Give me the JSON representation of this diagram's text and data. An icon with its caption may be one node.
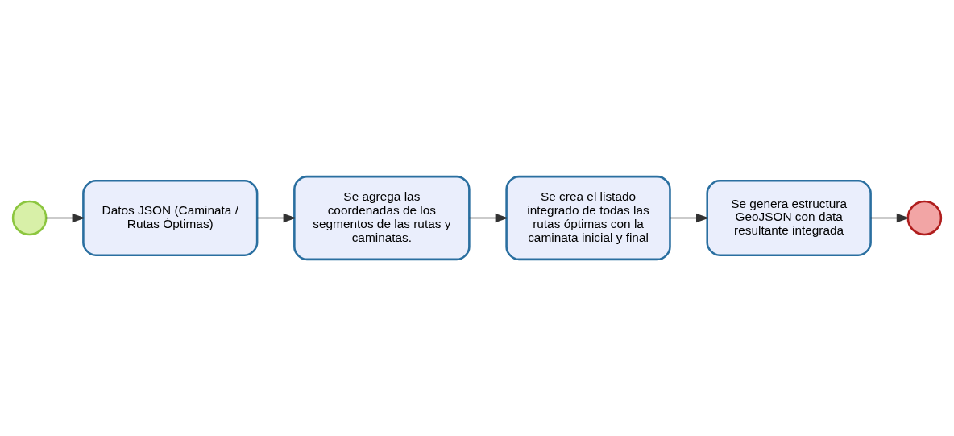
{
  "diagram": {
    "nodes": [
      {
        "text": [],
        "shape": "circle"
      },
      {
        "text": [
          "Datos JSON (Caminata / Rutas Óptimas)"
        ]
      },
      {
        "text": [
          "Se agrega las coordenadas de los segmentos de las rutas y caminatas."
        ]
      },
      {
        "text": [
          "Se crea el listado integrado de todas las rutas óptimas con la caminata inicial y final"
        ]
      },
      {
        "text": [
          "Se genera estructura GeoJSON con data resultante integrada"
        ]
      },
      {
        "text": [],
        "shape": "circle"
      }
    ],
    "edges": [
      {
        "from": 0,
        "to": 1,
        "arrow": "to"
      },
      {
        "from": 1,
        "to": 2,
        "arrow": "to"
      },
      {
        "from": 2,
        "to": 3,
        "arrow": "to"
      },
      {
        "from": 3,
        "to": 4,
        "arrow": "to"
      },
      {
        "from": 4,
        "to": 5,
        "arrow": "to"
      }
    ]
  }
}
